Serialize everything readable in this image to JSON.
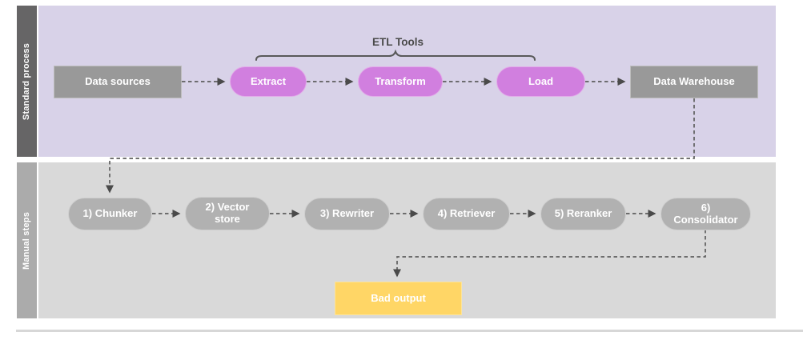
{
  "diagram": {
    "lanes": [
      {
        "label": "Standard process"
      },
      {
        "label": "Manual steps"
      }
    ],
    "standard": {
      "group_label": "ETL Tools",
      "nodes": {
        "data_sources": "Data sources",
        "extract": "Extract",
        "transform": "Transform",
        "load": "Load",
        "data_warehouse": "Data Warehouse"
      }
    },
    "manual": {
      "steps": [
        "1) Chunker",
        "2) Vector store",
        "3) Rewriter",
        "4) Retriever",
        "5) Reranker",
        "6) Consolidator"
      ],
      "output": "Bad output"
    },
    "colors": {
      "standard_lane_bg": "#d8d2e8",
      "manual_lane_bg": "#d9d9d9",
      "standard_lane_bar": "#666566",
      "manual_lane_bar": "#ababab",
      "gray_node": "#999999",
      "gray_pill": "#b1b1b1",
      "pink_pill": "#d17fdf",
      "yellow_node": "#ffd666",
      "connector": "#5e5e5e"
    }
  }
}
